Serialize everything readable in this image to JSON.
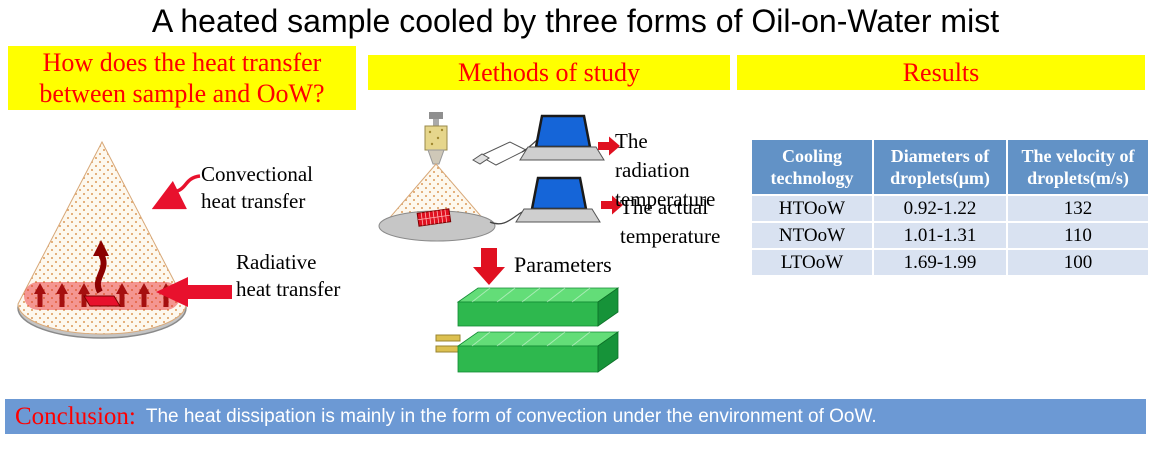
{
  "title": "A heated sample cooled by three forms of Oil-on-Water mist",
  "headers": {
    "question": "How does the heat transfer between sample and OoW?",
    "methods": "Methods of study",
    "results": "Results"
  },
  "heat_transfer": {
    "convection_label": "Convectional heat transfer",
    "radiation_label": "Radiative heat transfer"
  },
  "methods": {
    "radiation_temperature_label": "The radiation temperature",
    "actual_temperature_label": "The actual temperature",
    "parameters_label": "Parameters"
  },
  "results_table": {
    "columns": [
      "Cooling technology",
      "Diameters of droplets(μm)",
      "The velocity of droplets(m/s)"
    ],
    "rows": [
      {
        "technology": "HTOoW",
        "diameter": "0.92-1.22",
        "velocity": "132"
      },
      {
        "technology": "NTOoW",
        "diameter": "1.01-1.31",
        "velocity": "110"
      },
      {
        "technology": "LTOoW",
        "diameter": "1.69-1.99",
        "velocity": "100"
      }
    ]
  },
  "conclusion": {
    "label": "Conclusion:",
    "text": "The heat dissipation is mainly in the form of convection under the environment of OoW."
  },
  "icons": {
    "mist_cone": "mist-cone-icon",
    "sample_dish": "sample-dish-icon",
    "spray_nozzle": "spray-nozzle-icon",
    "camera": "camera-icon",
    "laptop": "laptop-icon",
    "red_arrow": "red-arrow-icon",
    "specimen_blocks": "specimen-blocks-icon"
  },
  "colors": {
    "section_header_bg": "#ffff00",
    "section_header_text": "#fe0000",
    "table_header_bg": "#6292c6",
    "table_row_bg": "#d9e2f1",
    "conclusion_bg": "#6c99d4",
    "arrow_red": "#e8112d",
    "block_green": "#2eb84e",
    "laptop_screen_blue": "#1565d8"
  }
}
